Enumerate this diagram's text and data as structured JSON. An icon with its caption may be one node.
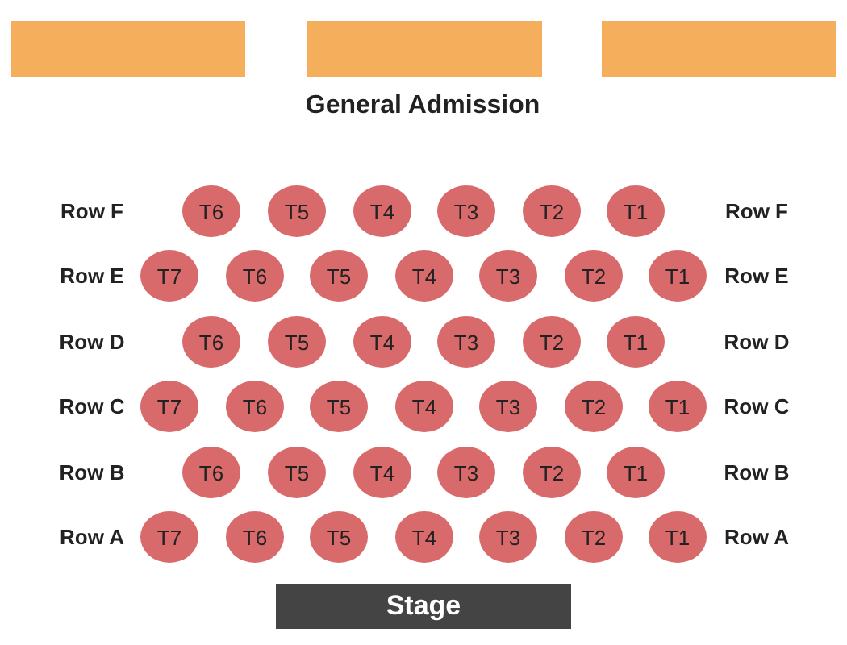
{
  "diagram": {
    "nodes": [
      {
        "text": [],
        "shape": "bar"
      },
      {
        "text": [],
        "shape": "bar"
      },
      {
        "text": [],
        "shape": "bar"
      },
      {
        "text": [
          "T6"
        ]
      },
      {
        "text": [
          "T5"
        ]
      },
      {
        "text": [
          "T4"
        ]
      },
      {
        "text": [
          "T3"
        ]
      },
      {
        "text": [
          "T2"
        ]
      },
      {
        "text": [
          "T1"
        ]
      },
      {
        "text": [
          "T7"
        ]
      },
      {
        "text": [
          "T6"
        ]
      },
      {
        "text": [
          "T5"
        ]
      },
      {
        "text": [
          "T4"
        ]
      },
      {
        "text": [
          "T3"
        ]
      },
      {
        "text": [
          "T2"
        ]
      },
      {
        "text": [
          "T1"
        ]
      },
      {
        "text": [
          "T6"
        ]
      },
      {
        "text": [
          "T5"
        ]
      },
      {
        "text": [
          "T4"
        ]
      },
      {
        "text": [
          "T3"
        ]
      },
      {
        "text": [
          "T2"
        ]
      },
      {
        "text": [
          "T1"
        ]
      },
      {
        "text": [
          "T7"
        ]
      },
      {
        "text": [
          "T6"
        ]
      },
      {
        "text": [
          "T5"
        ]
      },
      {
        "text": [
          "T4"
        ]
      },
      {
        "text": [
          "T3"
        ]
      },
      {
        "text": [
          "T2"
        ]
      },
      {
        "text": [
          "T1"
        ]
      },
      {
        "text": [
          "T6"
        ]
      },
      {
        "text": [
          "T5"
        ]
      },
      {
        "text": [
          "T4"
        ]
      },
      {
        "text": [
          "T3"
        ]
      },
      {
        "text": [
          "T2"
        ]
      },
      {
        "text": [
          "T1"
        ]
      },
      {
        "text": [
          "T7"
        ]
      },
      {
        "text": [
          "T6"
        ]
      },
      {
        "text": [
          "T5"
        ]
      },
      {
        "text": [
          "T4"
        ]
      },
      {
        "text": [
          "T3"
        ]
      },
      {
        "text": [
          "T2"
        ]
      },
      {
        "text": [
          "T1"
        ]
      },
      {
        "text": [
          "Stage"
        ]
      }
    ],
    "labels": [
      "General Admission",
      "Row F",
      "Row F",
      "Row E",
      "Row E",
      "Row D",
      "Row D",
      "Row C",
      "Row C",
      "Row B",
      "Row B",
      "Row A",
      "Row A"
    ]
  }
}
